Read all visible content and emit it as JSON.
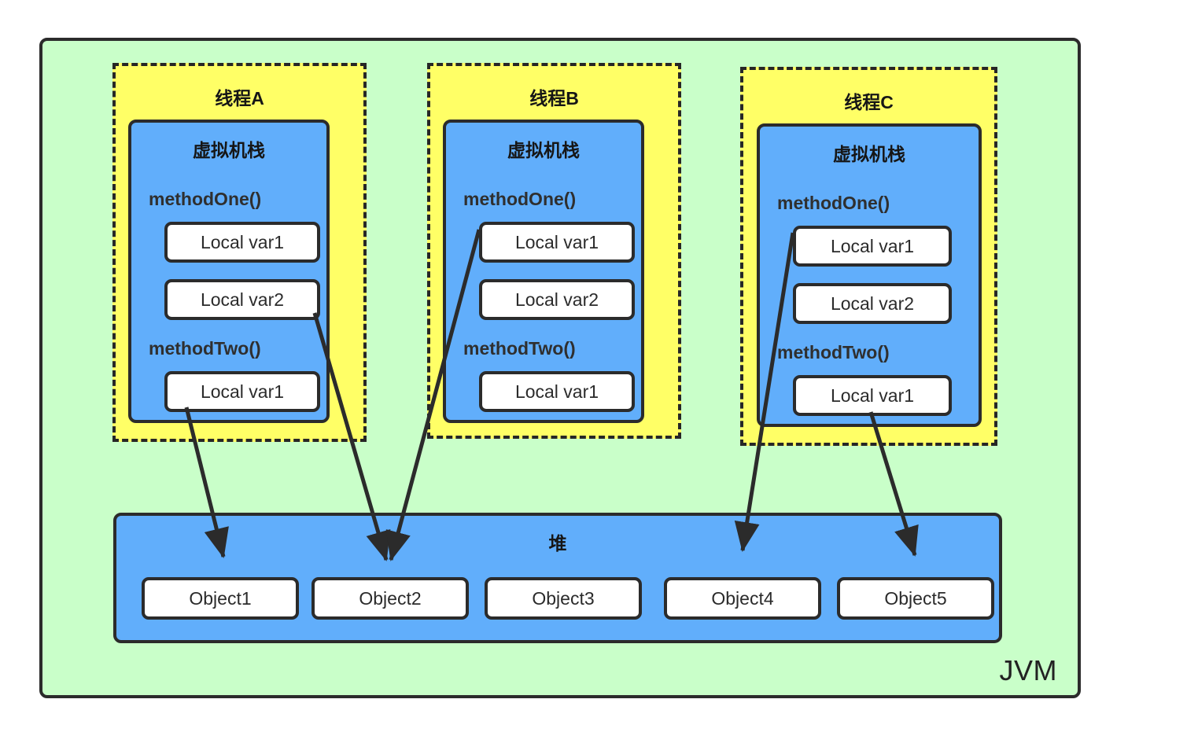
{
  "diagram": {
    "title": "JVM Runtime Memory Model",
    "outer_label": "JVM",
    "colors": {
      "jvm_background": "#c9ffc9",
      "thread_background": "#ffff66",
      "stack_background": "#61aefb",
      "heap_background": "#61aefb",
      "box_background": "#ffffff",
      "stroke": "#2b2b2b"
    }
  },
  "threads": [
    {
      "label": "线程A",
      "stack_label": "虚拟机栈",
      "frames": [
        {
          "method": "methodOne()",
          "variables": [
            "Local var1",
            "Local var2"
          ]
        },
        {
          "method": "methodTwo()",
          "variables": [
            "Local var1"
          ]
        }
      ]
    },
    {
      "label": "线程B",
      "stack_label": "虚拟机栈",
      "frames": [
        {
          "method": "methodOne()",
          "variables": [
            "Local var1",
            "Local var2"
          ]
        },
        {
          "method": "methodTwo()",
          "variables": [
            "Local var1"
          ]
        }
      ]
    },
    {
      "label": "线程C",
      "stack_label": "虚拟机栈",
      "frames": [
        {
          "method": "methodOne()",
          "variables": [
            "Local var1",
            "Local var2"
          ]
        },
        {
          "method": "methodTwo()",
          "variables": [
            "Local var1"
          ]
        }
      ]
    }
  ],
  "heap": {
    "label": "堆",
    "objects": [
      "Object1",
      "Object2",
      "Object3",
      "Object4",
      "Object5"
    ]
  },
  "references": [
    {
      "from": "threadA.methodTwo.Local var1",
      "to": "Object1"
    },
    {
      "from": "threadA.methodOne.Local var2",
      "to": "Object2"
    },
    {
      "from": "threadB.methodOne.Local var1",
      "to": "Object2"
    },
    {
      "from": "threadC.methodOne.Local var1",
      "to": "Object4"
    },
    {
      "from": "threadC.methodTwo.Local var1",
      "to": "Object5"
    }
  ]
}
